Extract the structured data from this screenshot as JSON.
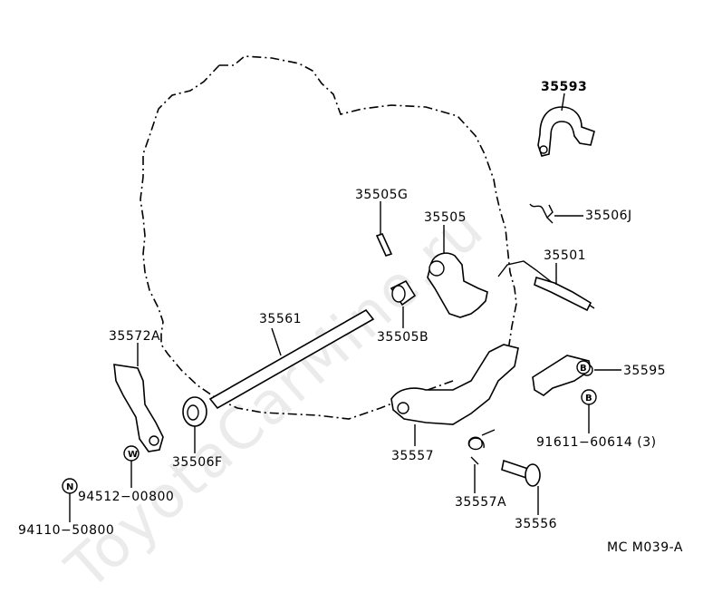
{
  "watermark": "ToyotaCarMine.ru",
  "parts": {
    "p35593": "35593",
    "p35506J": "35506J",
    "p35505G": "35505G",
    "p35505": "35505",
    "p35501": "35501",
    "p35561": "35561",
    "p35505B": "35505B",
    "p35572A": "35572A",
    "p35595": "35595",
    "p35506F": "35506F",
    "p35557": "35557",
    "p91611": "91611−60614 (3)",
    "p94512": "94512−00800",
    "p94110": "94110−50800",
    "p35557A": "35557A",
    "p35556": "35556"
  },
  "markers": {
    "w": "W",
    "n": "N",
    "b1": "B",
    "b2": "B"
  },
  "footer_code": "MC  M039-A"
}
